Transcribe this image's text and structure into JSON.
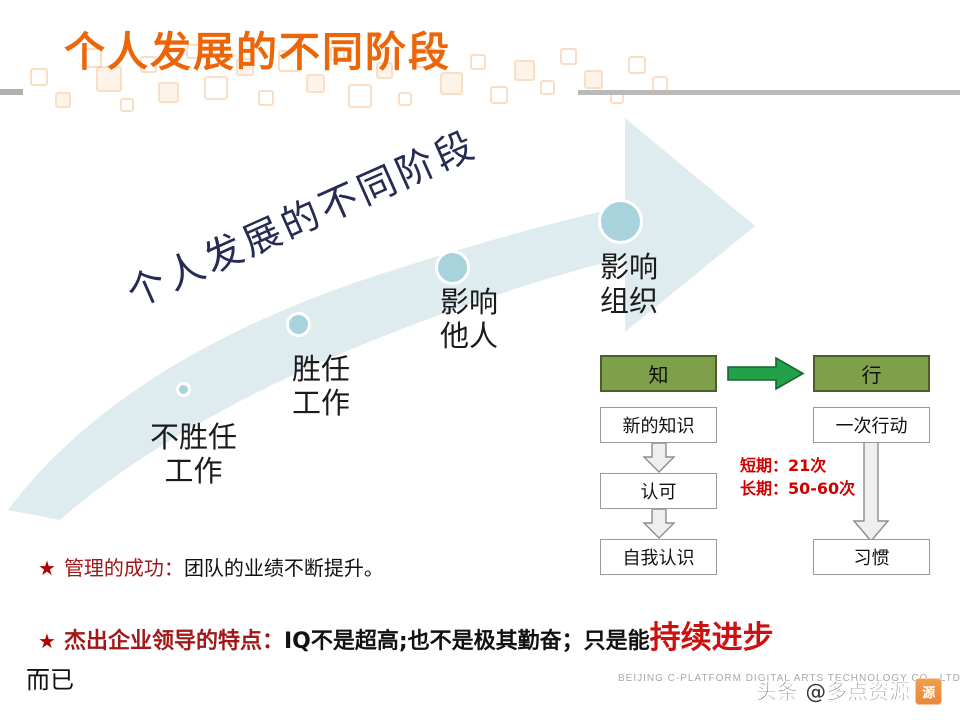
{
  "slide": {
    "title": "个人发展的不同阶段",
    "title_color": "#ec6608",
    "curve_label": "个人发展的不同阶段",
    "curve_label_color": "#262b54",
    "arrow_color": "#dfecef",
    "dot_color": "#a8d2dc"
  },
  "stages": [
    {
      "label": "不胜任\n工作",
      "dot_size": 14
    },
    {
      "label": "胜任\n工作",
      "dot_size": 24
    },
    {
      "label": "影响\n他人",
      "dot_size": 34
    },
    {
      "label": "影响\n组织",
      "dot_size": 44
    }
  ],
  "flow": {
    "head_left": "知",
    "head_right": "行",
    "head_color": "#7fa04a",
    "connector_color": "#22a04a",
    "left_chain": [
      "新的知识",
      "认可",
      "自我认识"
    ],
    "right_chain": [
      "一次行动",
      "习惯"
    ],
    "frequency_note": "短期：21次\n长期：50-60次",
    "frequency_color": "#d00000"
  },
  "bullets": {
    "star": "★",
    "one": {
      "lead": "管理的成功：",
      "rest": "团队的业绩不断提升。"
    },
    "two": {
      "lead": "杰出企业领导的特点：",
      "rest": "IQ不是超高;也不是极其勤奋；只是能",
      "highlight": "持续进步"
    },
    "three": "而已"
  },
  "footer": {
    "text": "BEIJING  C-PLATFORM  DIGITAL ARTS TECHNOLOGY CO., LTD",
    "watermark_text": "头条 @多点资源",
    "watermark_badge": "源"
  }
}
